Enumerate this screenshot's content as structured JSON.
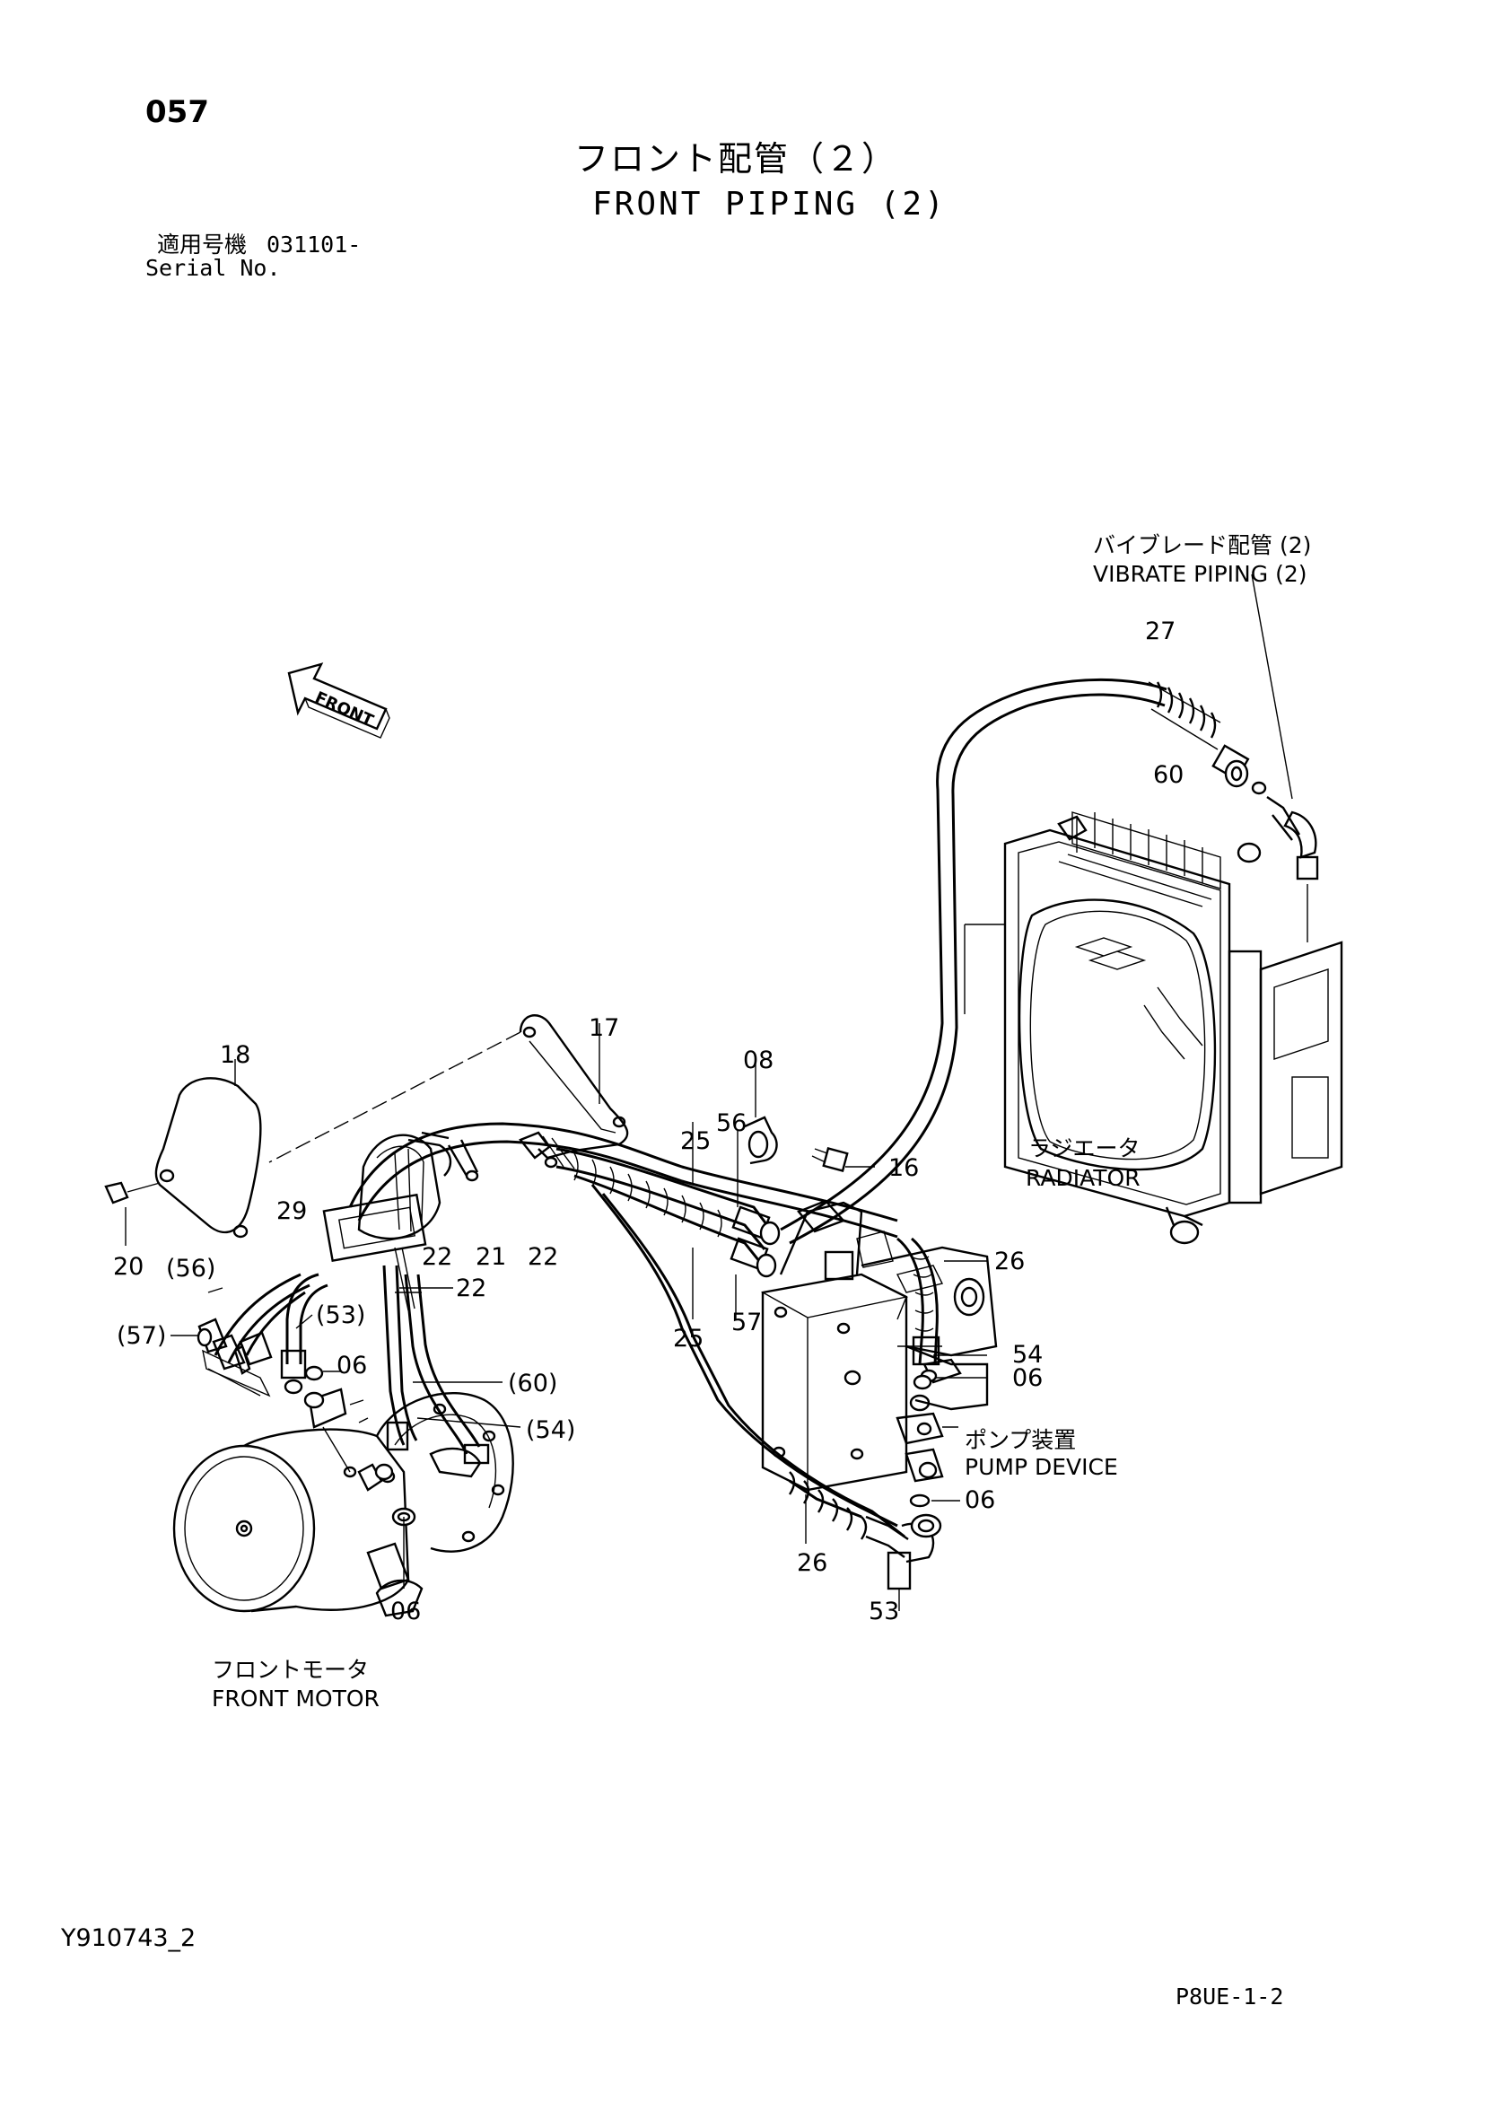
{
  "header": {
    "page_number": "057",
    "title_jp": "フロント配管（２）",
    "title_en": "FRONT PIPING (2)",
    "serial_label_jp": "適用号機",
    "serial_value": "031101-",
    "serial_label_en": "Serial No."
  },
  "assemblies": {
    "vibrate_piping_jp": "バイブレード配管 (2)",
    "vibrate_piping_en": "VIBRATE PIPING (2)",
    "radiator_jp": "ラジエータ",
    "radiator_en": "RADIATOR",
    "pump_device_jp": "ポンプ装置",
    "pump_device_en": "PUMP DEVICE",
    "front_motor_jp": "フロントモータ",
    "front_motor_en": "FRONT MOTOR",
    "front_arrow": "FRONT"
  },
  "callouts": {
    "c27": "27",
    "c60": "60",
    "c17": "17",
    "c18": "18",
    "c08": "08",
    "c56": "56",
    "c25a": "25",
    "c16": "16",
    "c29": "29",
    "c22a": "22",
    "c21": "21",
    "c22b": "22",
    "c22c": "22",
    "c26a": "26",
    "c20": "20",
    "c56p": "(56)",
    "c53p": "(53)",
    "c57p": "(57)",
    "c06a": "06",
    "c60p": "(60)",
    "c54p": "(54)",
    "c25b": "25",
    "c57": "57",
    "c54": "54",
    "c06b": "06",
    "c06c": "06",
    "c26b": "26",
    "c53": "53",
    "c06d": "06"
  },
  "footer": {
    "drawing_id": "Y910743_2",
    "page_code": "P8UE-1-2"
  }
}
